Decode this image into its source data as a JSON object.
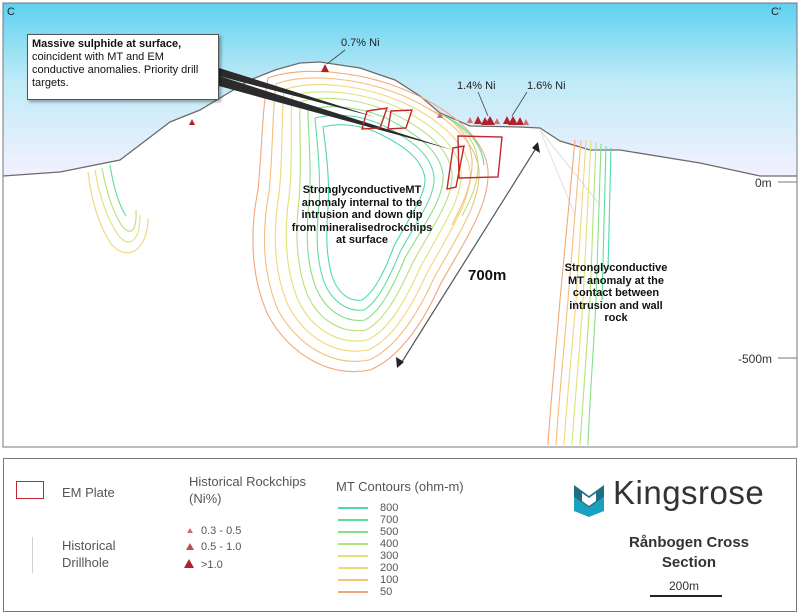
{
  "section": {
    "corner_left": "C",
    "corner_right": "C'",
    "depth_labels": [
      "0m",
      "-500m"
    ],
    "nickel_labels": [
      "0.7% Ni",
      "1.4% Ni",
      "1.6% Ni"
    ],
    "callout": {
      "bold": "Massive sulphide at surface,",
      "rest": "coincident with MT and EM conductive anomalies. Priority drill targets."
    },
    "anomaly1": [
      "StronglyconductiveMT",
      "anomaly internal to the",
      "intrusion and down dip",
      "from mineralisedrockchips",
      "at surface"
    ],
    "anomaly2": [
      "Stronglyconductive",
      "MT anomaly at the",
      "contact between",
      "intrusion and wall",
      "rock"
    ],
    "distance": "700m",
    "colors": {
      "sky_top": "#62d3f0",
      "sky_bottom": "#f3f0ff",
      "em_plate": "#c0282e",
      "rockchip": "#b3202a",
      "terrain": "#6b6b6b"
    }
  },
  "legend": {
    "em_plate": "EM Plate",
    "drillhole": [
      "Historical",
      "Drillhole"
    ],
    "rockchips_title": [
      "Historical Rockchips",
      "(Ni%)"
    ],
    "rockchips": [
      "0.3 - 0.5",
      "0.5 - 1.0",
      ">1.0"
    ],
    "mt_title": "MT Contours (ohm-m)",
    "mt_levels": [
      {
        "value": "800",
        "color": "#4fd9a9"
      },
      {
        "value": "700",
        "color": "#5fdb9a"
      },
      {
        "value": "500",
        "color": "#86df8a"
      },
      {
        "value": "400",
        "color": "#b2e27b"
      },
      {
        "value": "300",
        "color": "#dbe374"
      },
      {
        "value": "200",
        "color": "#f2d87a"
      },
      {
        "value": "100",
        "color": "#f6c27b"
      },
      {
        "value": "50",
        "color": "#f4a877"
      }
    ],
    "brand": "Kingsrose",
    "map_title": [
      "Rånbogen Cross",
      "Section"
    ],
    "scale": "200m"
  }
}
